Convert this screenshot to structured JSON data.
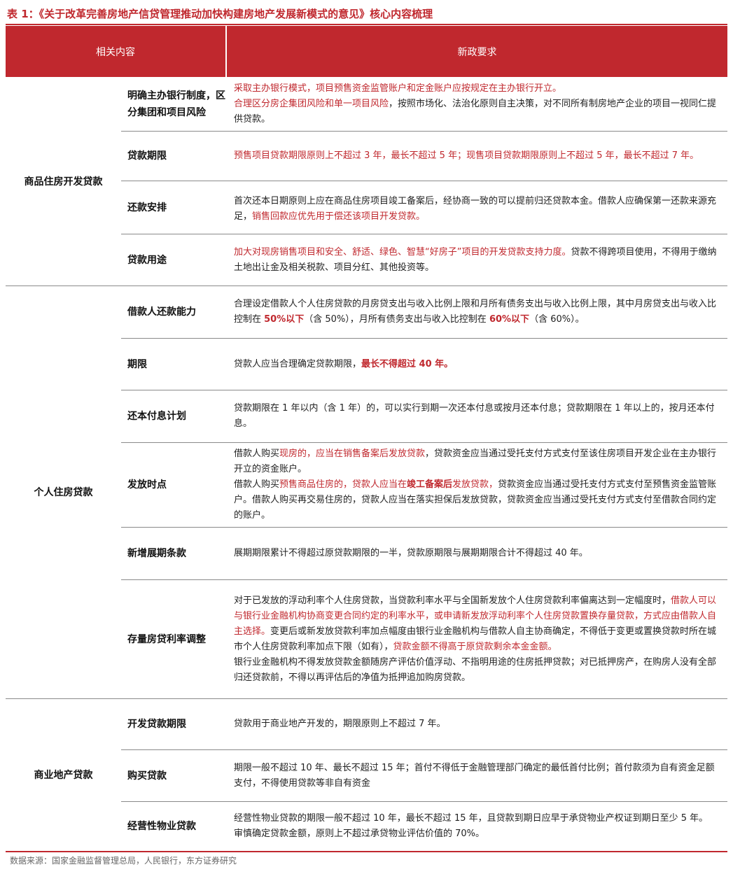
{
  "title": "表 1：《关于改革完善房地产信贷管理推动加快构建房地产发展新模式的意见》核心内容梳理",
  "header": {
    "left": "相关内容",
    "right": "新政要求"
  },
  "categories": [
    "商品住房开发贷款",
    "个人住房贷款",
    "商业地产贷款"
  ],
  "rows": [
    {
      "sub": "明确主办银行制度，区分集团和项目风险",
      "p1_red": "采取主办银行模式，项目预售资金监管账户和定金账户应按规定在主办银行开立。",
      "p2_red": "合理区分房企集团风险和单一项目风险",
      "p2_rest": "，按照市场化、法治化原则自主决策，对不同所有制房地产企业的项目一视同仁提供贷款。"
    },
    {
      "sub": "贷款期限",
      "p1_red": "预售项目贷款期限原则上不超过 3 年，最长不超过 5 年；现售项目贷款期限原则上不超过 5 年，最长不超过 7 年。"
    },
    {
      "sub": "还款安排",
      "p1_a": "首次还本日期原则上应在商品住房项目竣工备案后，经协商一致的可以提前归还贷款本金。借款人应确保第一还款来源充足，",
      "p1_red": "销售回款应优先用于偿还该项目开发贷款。"
    },
    {
      "sub": "贷款用途",
      "p1_red": "加大对现房销售项目和安全、舒适、绿色、智慧“好房子”项目的开发贷款支持力度。",
      "p1_rest": "贷款不得跨项目使用，不得用于缴纳土地出让金及相关税款、项目分红、其他投资等。"
    },
    {
      "sub": "借款人还款能力",
      "p1_a": "合理设定借款人个人住房贷款的月房贷支出与收入比例上限和月所有债务支出与收入比例上限，其中月房贷支出与收入比控制在 ",
      "p1_b1": "50%以下",
      "p1_c": "（含 50%），月所有债务支出与收入比控制在 ",
      "p1_b2": "60%以下",
      "p1_d": "（含 60%）。"
    },
    {
      "sub": "期限",
      "p1_a": "贷款人应当合理确定贷款期限，",
      "p1_b1": "最长不得超过 40 年。"
    },
    {
      "sub": "还本付息计划",
      "p1_a": "贷款期限在 1 年以内（含 1 年）的，可以实行到期一次还本付息或按月还本付息；贷款期限在 1 年以上的，按月还本付息。"
    },
    {
      "sub": "发放时点",
      "p1_a": "借款人购买",
      "p1_red": "现房的，应当在销售备案后发放贷款",
      "p1_b": "，贷款资金应当通过受托支付方式支付至该住房项目开发企业在主办银行开立的资金账户。",
      "p2_a": "借款人购买",
      "p2_red": "预售商品住房的，贷款人应当在",
      "p2_bold": "竣工备案后",
      "p2_red2": "发放贷款，",
      "p2_b": "贷款资金应当通过受托支付方式支付至预售资金监管账户。借款人购买再交易住房的，贷款人应当在落实担保后发放贷款，贷款资金应当通过受托支付方式支付至借款合同约定的账户。"
    },
    {
      "sub": "新增展期条款",
      "p1_a": "展期期限累计不得超过原贷款期限的一半，贷款原期限与展期期限合计不得超过 40 年。"
    },
    {
      "sub": "存量房贷利率调整",
      "p1_a": "对于已发放的浮动利率个人住房贷款，当贷款利率水平与全国新发放个人住房贷款利率偏离达到一定幅度时，",
      "p1_red": "借款人可以与银行业金融机构协商变更合同约定的利率水平，或申请新发放浮动利率个人住房贷款置换存量贷款，方式应由借款人自主选择。",
      "p1_b": "变更后或新发放贷款利率加点幅度由银行业金融机构与借款人自主协商确定，不得低于变更或置换贷款时所在城市个人住房贷款利率加点下限（如有），",
      "p1_red2": "贷款金额不得高于原贷款剩余本金金额。",
      "p2_a": "银行业金融机构不得发放贷款金额随房产评估价值浮动、不指明用途的住房抵押贷款；对已抵押房产，在购房人没有全部归还贷款前，不得以再评估后的净值为抵押追加购房贷款。"
    },
    {
      "sub": "开发贷款期限",
      "p1_a": "贷款用于商业地产开发的，期限原则上不超过 7 年。"
    },
    {
      "sub": "购买贷款",
      "p1_a": "期限一般不超过 10 年、最长不超过 15 年；首付不得低于金融管理部门确定的最低首付比例；首付款须为自有资金足额支付，不得使用贷款等非自有资金"
    },
    {
      "sub": "经营性物业贷款",
      "p1_a": "经营性物业贷款的期限一般不超过 10 年，最长不超过 15 年，且贷款到期日应早于承贷物业产权证到期日至少 5 年。",
      "p2_a": "审慎确定贷款金额，原则上不超过承贷物业评估价值的 70%。"
    }
  ],
  "footer": "数据来源：国家金融监督管理总局，人民银行，东方证券研究",
  "colors": {
    "accent": "#c0282e"
  }
}
